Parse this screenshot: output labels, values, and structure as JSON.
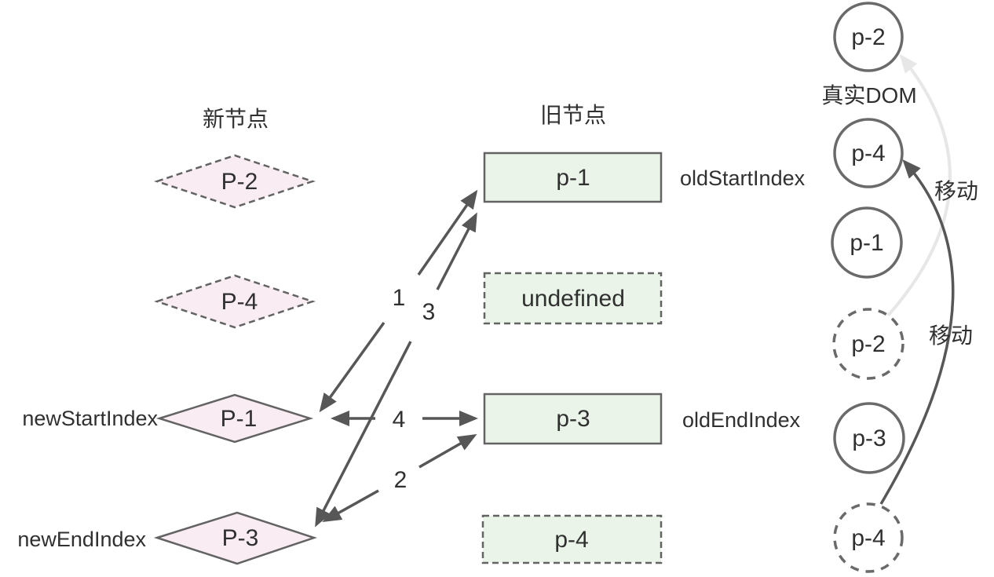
{
  "diagram": {
    "columns": {
      "new_nodes": {
        "title": "新节点",
        "nodes": [
          {
            "label": "P-2",
            "style": "dashed"
          },
          {
            "label": "P-4",
            "style": "dashed"
          },
          {
            "label": "P-1",
            "style": "solid"
          },
          {
            "label": "P-3",
            "style": "solid"
          }
        ]
      },
      "old_nodes": {
        "title": "旧节点",
        "nodes": [
          {
            "label": "p-1",
            "style": "solid"
          },
          {
            "label": "undefined",
            "style": "dashed"
          },
          {
            "label": "p-3",
            "style": "solid"
          },
          {
            "label": "p-4",
            "style": "dashed"
          }
        ]
      },
      "real_dom": {
        "title": "真实DOM",
        "nodes": [
          {
            "label": "p-2",
            "style": "solid"
          },
          {
            "label": "p-4",
            "style": "solid"
          },
          {
            "label": "p-1",
            "style": "solid"
          },
          {
            "label": "p-2",
            "style": "dashed"
          },
          {
            "label": "p-3",
            "style": "solid"
          },
          {
            "label": "p-4",
            "style": "dashed"
          }
        ]
      }
    },
    "index_labels": {
      "new_start": "newStartIndex",
      "new_end": "newEndIndex",
      "old_start": "oldStartIndex",
      "old_end": "oldEndIndex"
    },
    "step_labels": {
      "s1": "1",
      "s2": "2",
      "s3": "3",
      "s4": "4"
    },
    "move_labels": {
      "top": "移动",
      "bottom": "移动"
    },
    "colors": {
      "shape_stroke": "#636363",
      "arrow": "#575757",
      "move_arrow_faded": "#e7e7e7",
      "new_node_fill": "#f9ecf3",
      "old_node_fill": "#eaf4e9",
      "text": "#303030",
      "background": "#ffffff"
    }
  }
}
